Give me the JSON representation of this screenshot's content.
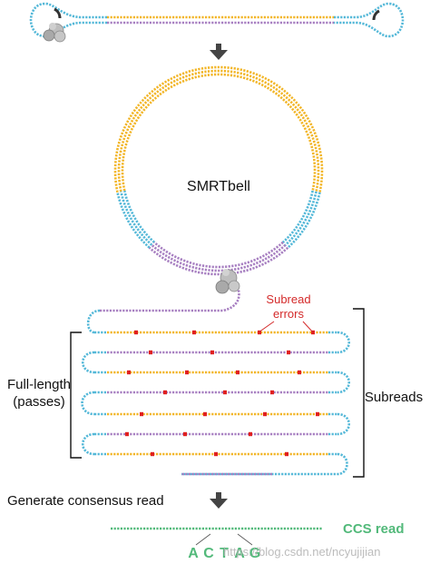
{
  "diagram": {
    "center_label": "SMRTbell",
    "subread_errors_label_line1": "Subread",
    "subread_errors_label_line2": "errors",
    "full_length_line1": "Full-length",
    "full_length_line2": "(passes)",
    "subreads_label": "Subreads",
    "generate_label": "Generate consensus read",
    "ccs_label": "CCS read",
    "consensus_bases": [
      "A",
      "C",
      "T",
      "A",
      "G"
    ],
    "watermark": "https://blog.csdn.net/ncyujijian"
  },
  "colors": {
    "insert": "#f2b526",
    "adapter": "#54b8d8",
    "insert_complement": "#a77fc1",
    "error": "#e02020",
    "ccs": "#52b97a",
    "enzyme": "#b5b5b5",
    "arrow": "#444444",
    "hairpin_cap": "#333333",
    "error_label": "#d42a2a",
    "bracket": "#111111"
  },
  "icons": {
    "polymerase": "polymerase-blob-icon",
    "down_arrow": "down-arrow-icon"
  }
}
